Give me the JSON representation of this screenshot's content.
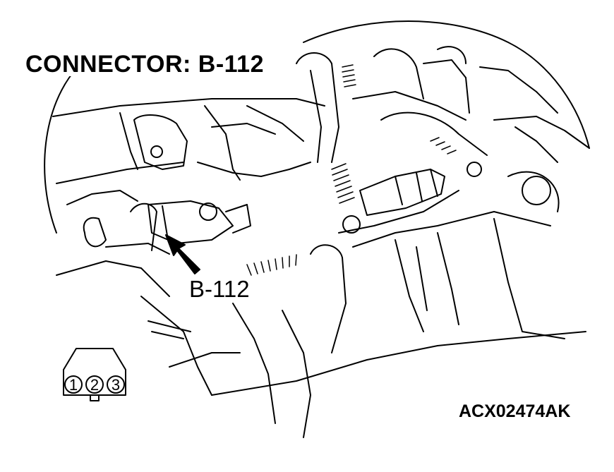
{
  "title": "CONNECTOR: B-112",
  "callout_label": "B-112",
  "figure_code": "ACX02474AK",
  "connector_pins": [
    "1",
    "2",
    "3"
  ],
  "colors": {
    "line": "#000000",
    "background": "#ffffff"
  }
}
